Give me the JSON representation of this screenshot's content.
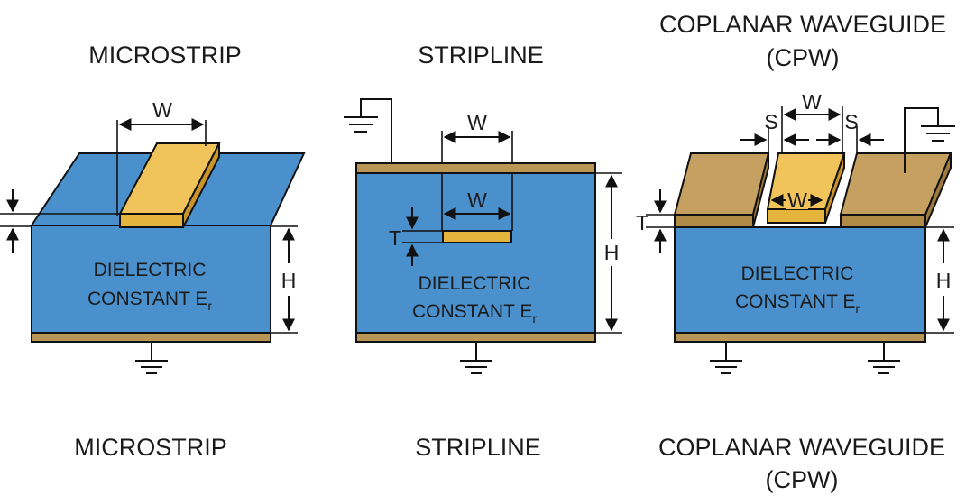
{
  "microstrip": {
    "title_top": "MICROSTRIP",
    "title_bottom": "MICROSTRIP",
    "width_label": "W",
    "height_label": "H",
    "dielectric_line1": "DIELECTRIC",
    "dielectric_line2": "CONSTANT E",
    "dielectric_sub": "r"
  },
  "stripline": {
    "title_top": "STRIPLINE",
    "title_bottom": "STRIPLINE",
    "width_label_upper": "W",
    "width_label_inner": "W",
    "thickness_label": "T",
    "height_label": "H",
    "dielectric_line1": "DIELECTRIC",
    "dielectric_line2": "CONSTANT E",
    "dielectric_sub": "r"
  },
  "cpw": {
    "title_top_line1": "COPLANAR WAVEGUIDE",
    "title_top_line2": "(CPW)",
    "title_bottom_line1": "COPLANAR WAVEGUIDE",
    "title_bottom_line2": "(CPW)",
    "width_label_upper": "W",
    "width_label_inner": "W",
    "gap_label_left": "S",
    "gap_label_right": "S",
    "thickness_label": "T",
    "height_label": "H",
    "dielectric_line1": "DIELECTRIC",
    "dielectric_line2": "CONSTANT E",
    "dielectric_sub": "r"
  },
  "colors": {
    "dielectric": "#4a90cc",
    "ground_plane": "#b99556",
    "signal_trace": "#e5b43d",
    "cpw_ground": "#b28a47"
  }
}
